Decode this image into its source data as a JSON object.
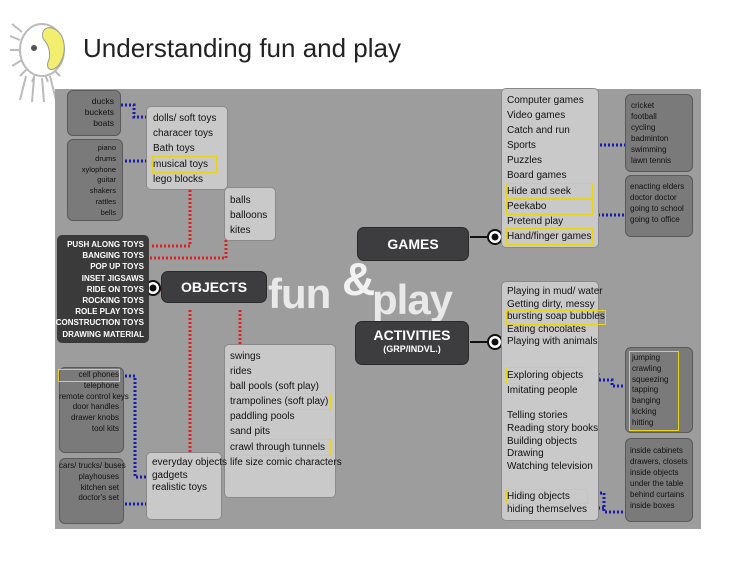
{
  "title": "Understanding fun and play",
  "center": {
    "fun": "fun",
    "amp": "&",
    "play": "play"
  },
  "nodes": {
    "objects": "OBJECTS",
    "games": "GAMES",
    "activities": "ACTIVITIES",
    "activities_sub": "(GRP/INDVL.)"
  },
  "water_toys": [
    "ducks",
    "buckets",
    "boats"
  ],
  "music_toys": [
    "piano",
    "drums",
    "xylophone",
    "guitar",
    "shakers",
    "rattles",
    "bells"
  ],
  "soft_toys": [
    "dolls/ soft toys",
    "characer toys",
    "Bath toys",
    "musical toys",
    "lego blocks"
  ],
  "balls": [
    "balls",
    "balloons",
    "kites"
  ],
  "toy_types": [
    "PUSH ALONG TOYS",
    "BANGING TOYS",
    "POP UP TOYS",
    "INSET JIGSAWS",
    "RIDE ON TOYS",
    "ROCKING TOYS",
    "ROLE PLAY TOYS",
    "CONSTRUCTION TOYS",
    "DRAWING MATERIAL"
  ],
  "play_places": [
    "swings",
    "rides",
    "ball pools (soft play)",
    "trampolines (soft play)",
    "paddling pools",
    "sand pits",
    "crawl through tunnels",
    "life size comic characters"
  ],
  "everyday": [
    "everyday objects",
    "gadgets",
    "realistic toys"
  ],
  "gadgets": [
    "cell phones",
    "telephone",
    "remote control keys",
    "door handles",
    "drawer knobs",
    "tool kits"
  ],
  "realistic": [
    "cars/ trucks/ buses",
    "playhouses",
    "kitchen set",
    "doctor's set"
  ],
  "games": [
    "Computer games",
    "Video games",
    "Catch and run",
    "Sports",
    "Puzzles",
    "Board games",
    "Hide and seek",
    "Peekabo",
    "Pretend play",
    "Hand/finger games"
  ],
  "sports": [
    "cricket",
    "football",
    "cycling",
    "badminton",
    "swimming",
    "lawn tennis"
  ],
  "pretend": [
    "enacting elders",
    "doctor doctor",
    "going to school",
    "going to office"
  ],
  "activities_a": [
    "Playing in mud/ water",
    "Getting dirty, messy",
    "bursting soap bubbles",
    "Eating chocolates",
    "Playing with animals"
  ],
  "activities_b": [
    "Exploring objects",
    "Imitating people"
  ],
  "activities_c": [
    "Telling stories",
    "Reading story books",
    "Building objects",
    "Drawing",
    "Watching television"
  ],
  "activities_d": [
    "Hiding objects",
    "hiding themselves"
  ],
  "explore": [
    "jumping",
    "crawling",
    "squeezing",
    "tapping",
    "banging",
    "kicking",
    "hitting"
  ],
  "hiding": [
    "inside cabinets",
    "drawers, closets",
    "inside objects",
    "under the table",
    "behind curtains",
    "inside boxes"
  ],
  "colors": {
    "board": "#9d9d9d",
    "box": "#c9c9c9",
    "dark_box": "#7a7a7a",
    "node": "#3d3d40",
    "highlight": "#e9d21a",
    "red_link": "#e02020",
    "blue_link": "#1a1ab0"
  }
}
